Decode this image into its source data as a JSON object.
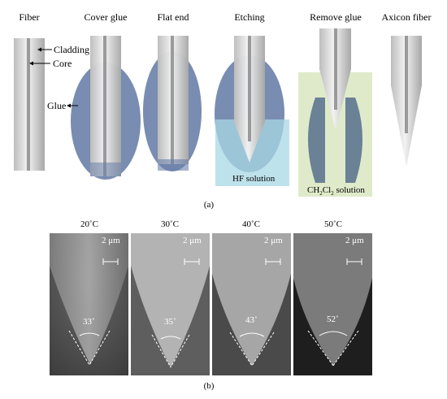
{
  "panel_a": {
    "steps": [
      {
        "title": "Fiber"
      },
      {
        "title": "Cover glue"
      },
      {
        "title": "Flat end"
      },
      {
        "title": "Etching"
      },
      {
        "title": "Remove glue"
      },
      {
        "title": "Axicon fiber"
      }
    ],
    "annotations": {
      "cladding": "Cladding",
      "core": "Core",
      "glue": "Glue",
      "hf_solution": "HF solution",
      "ch2cl2_prefix": "CH",
      "ch2cl2_sub1": "2",
      "ch2cl2_mid": "Cl",
      "ch2cl2_sub2": "2",
      "ch2cl2_suffix": " solution"
    },
    "label": "(a)"
  },
  "panel_b": {
    "images": [
      {
        "temperature": "20˚C",
        "angle": "33˚",
        "scale": "2 μm"
      },
      {
        "temperature": "30˚C",
        "angle": "35˚",
        "scale": "2 μm"
      },
      {
        "temperature": "40˚C",
        "angle": "43˚",
        "scale": "2 μm"
      },
      {
        "temperature": "50˚C",
        "angle": "52˚",
        "scale": "2 μm"
      }
    ],
    "label": "(b)"
  },
  "colors": {
    "glue": "#6a7fa8",
    "hf_solution": "#a8d8e6",
    "ch2cl2_solution": "#dbe8c4"
  }
}
